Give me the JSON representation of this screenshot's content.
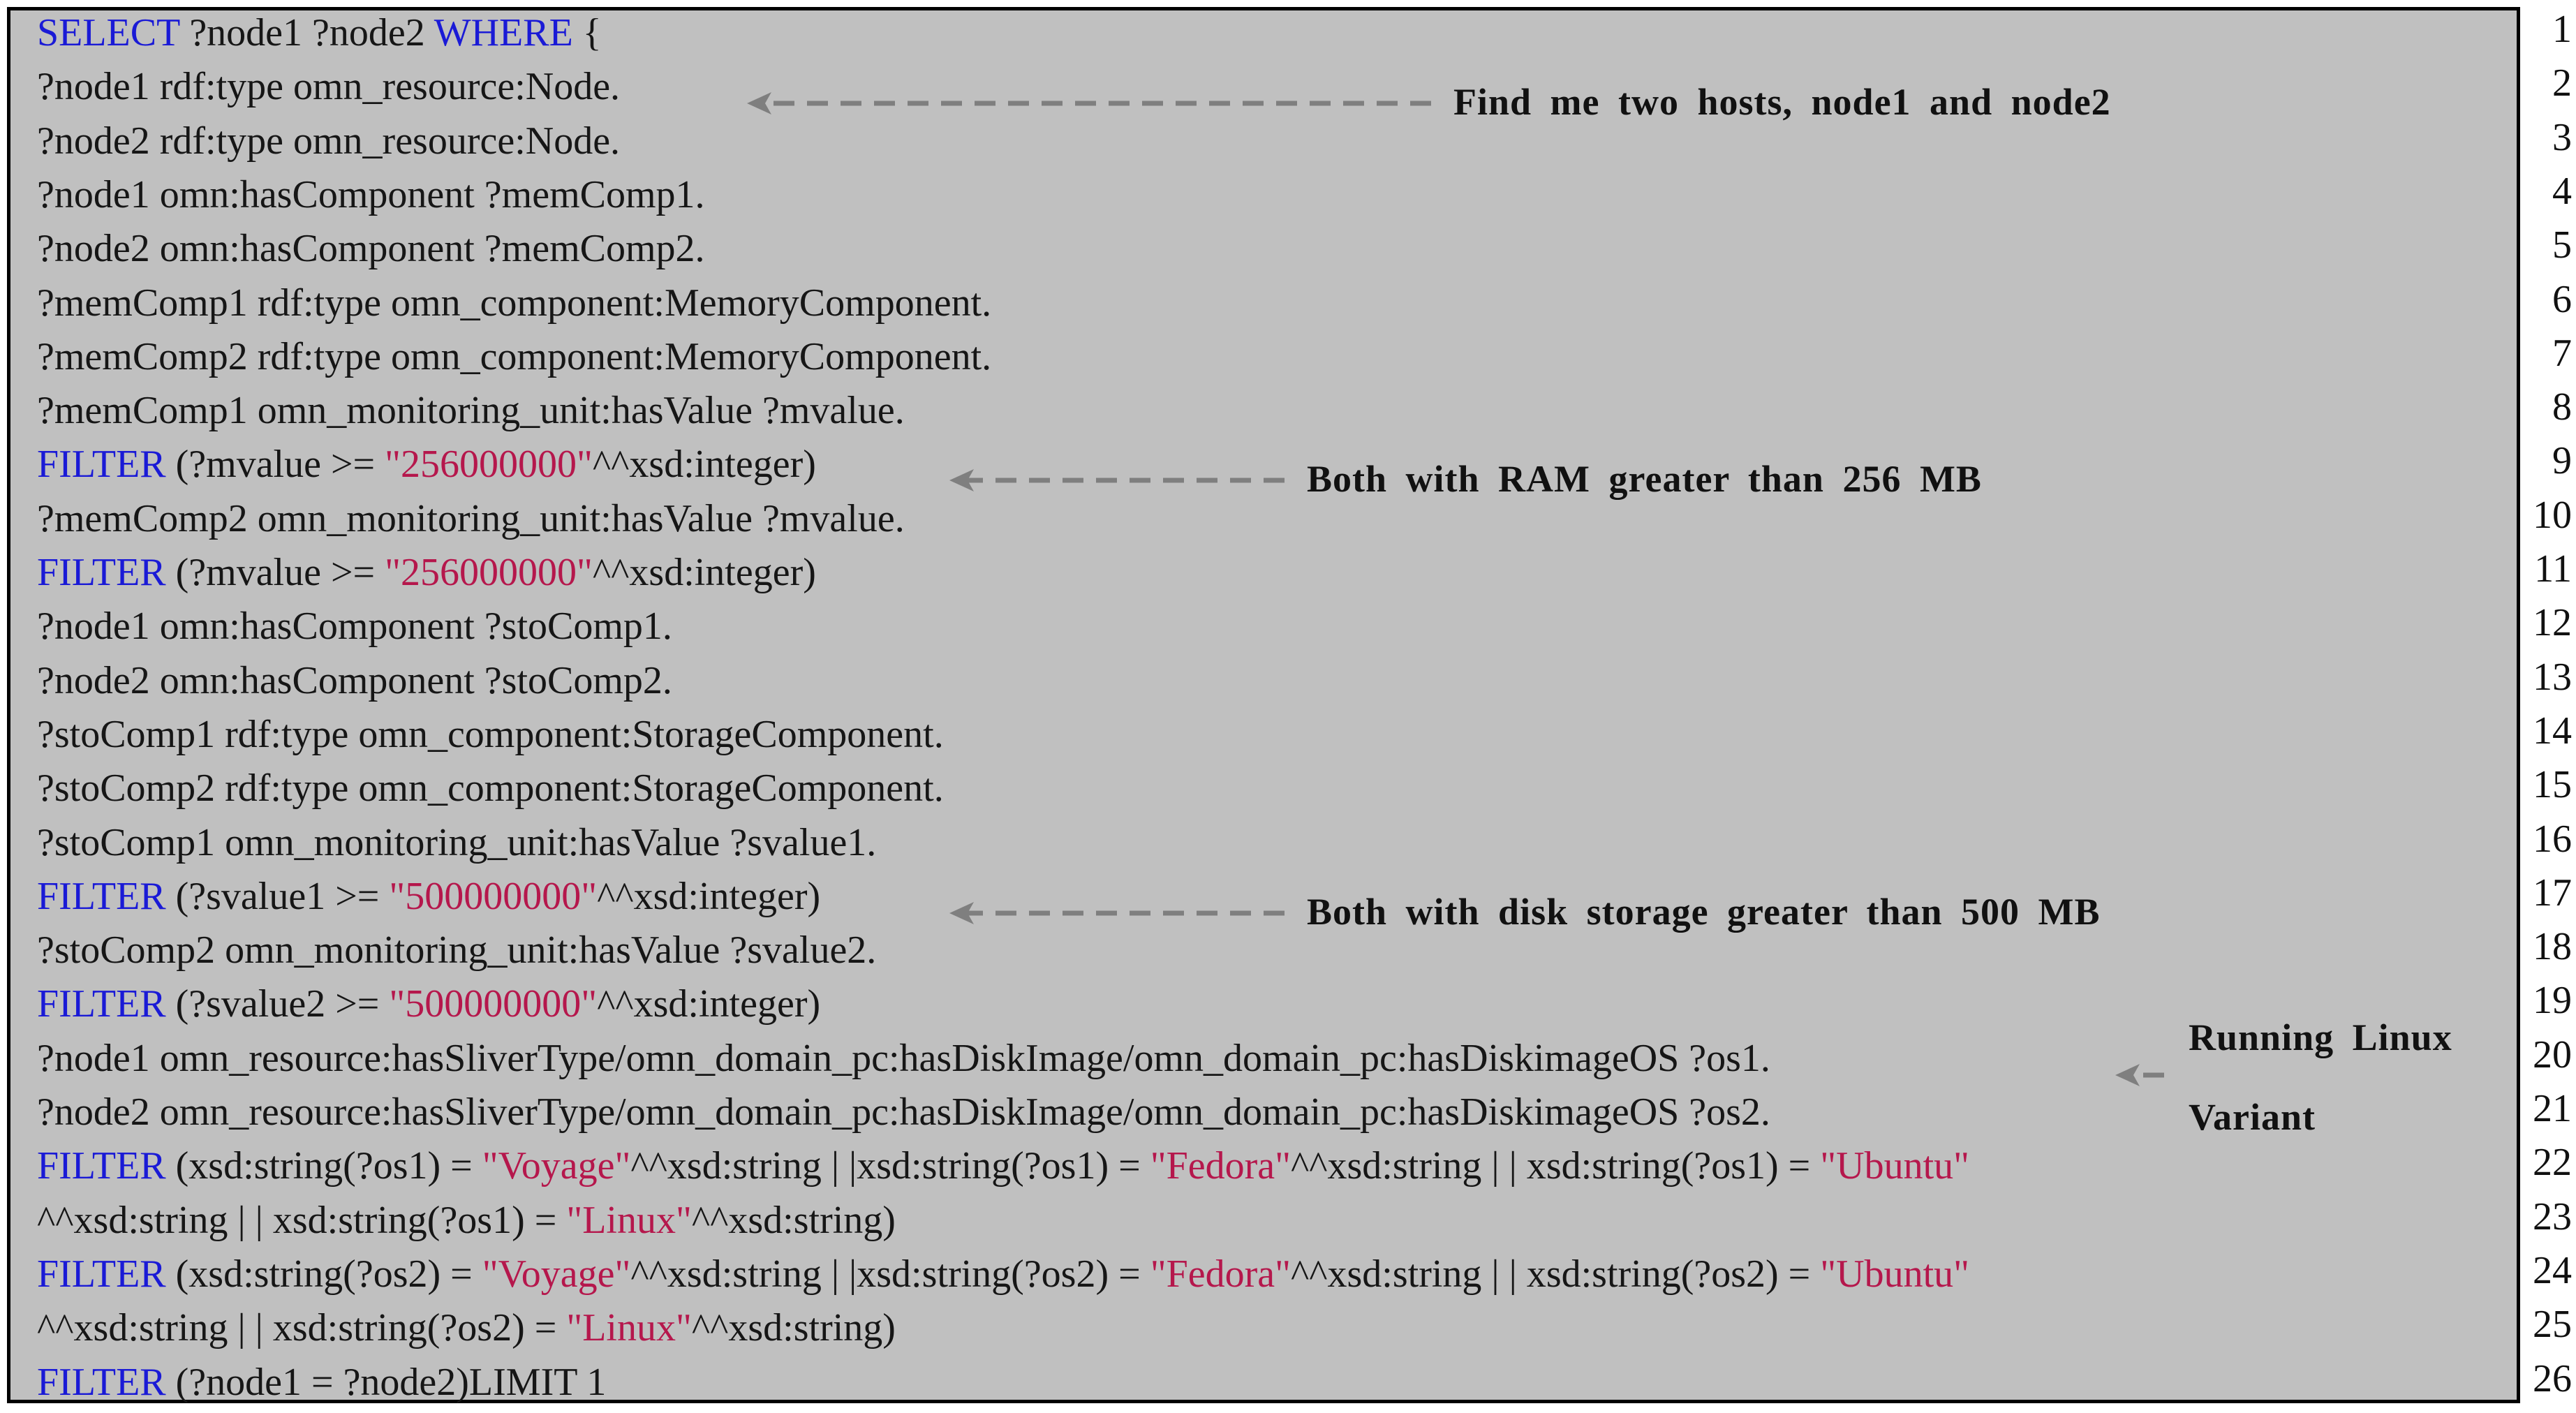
{
  "code_lines": [
    [
      {
        "t": "SELECT",
        "c": "kw"
      },
      {
        "t": " ?node1 ?node2 "
      },
      {
        "t": "WHERE",
        "c": "kw"
      },
      {
        "t": " {"
      }
    ],
    [
      {
        "t": "?node1 rdf:type omn_resource:Node."
      }
    ],
    [
      {
        "t": "?node2 rdf:type omn_resource:Node."
      }
    ],
    [
      {
        "t": "?node1 omn:hasComponent ?memComp1."
      }
    ],
    [
      {
        "t": "?node2 omn:hasComponent ?memComp2."
      }
    ],
    [
      {
        "t": "?memComp1 rdf:type omn_component:MemoryComponent."
      }
    ],
    [
      {
        "t": "?memComp2 rdf:type omn_component:MemoryComponent."
      }
    ],
    [
      {
        "t": "?memComp1 omn_monitoring_unit:hasValue ?mvalue."
      }
    ],
    [
      {
        "t": "FILTER",
        "c": "kw"
      },
      {
        "t": " (?mvalue >= "
      },
      {
        "t": "\"256000000\"",
        "c": "str"
      },
      {
        "t": "^^xsd:integer)"
      }
    ],
    [
      {
        "t": "?memComp2 omn_monitoring_unit:hasValue ?mvalue."
      }
    ],
    [
      {
        "t": "FILTER",
        "c": "kw"
      },
      {
        "t": " (?mvalue >= "
      },
      {
        "t": "\"256000000\"",
        "c": "str"
      },
      {
        "t": "^^xsd:integer)"
      }
    ],
    [
      {
        "t": "?node1 omn:hasComponent ?stoComp1."
      }
    ],
    [
      {
        "t": "?node2 omn:hasComponent ?stoComp2."
      }
    ],
    [
      {
        "t": "?stoComp1 rdf:type omn_component:StorageComponent."
      }
    ],
    [
      {
        "t": "?stoComp2 rdf:type omn_component:StorageComponent."
      }
    ],
    [
      {
        "t": "?stoComp1 omn_monitoring_unit:hasValue ?svalue1."
      }
    ],
    [
      {
        "t": "FILTER",
        "c": "kw"
      },
      {
        "t": " (?svalue1 >= "
      },
      {
        "t": "\"500000000\"",
        "c": "str"
      },
      {
        "t": "^^xsd:integer)"
      }
    ],
    [
      {
        "t": "?stoComp2 omn_monitoring_unit:hasValue ?svalue2."
      }
    ],
    [
      {
        "t": "FILTER",
        "c": "kw"
      },
      {
        "t": " (?svalue2 >= "
      },
      {
        "t": "\"500000000\"",
        "c": "str"
      },
      {
        "t": "^^xsd:integer)"
      }
    ],
    [
      {
        "t": "?node1 omn_resource:hasSliverType/omn_domain_pc:hasDiskImage/omn_domain_pc:hasDiskimageOS ?os1."
      }
    ],
    [
      {
        "t": "?node2 omn_resource:hasSliverType/omn_domain_pc:hasDiskImage/omn_domain_pc:hasDiskimageOS ?os2."
      }
    ],
    [
      {
        "t": "FILTER",
        "c": "kw"
      },
      {
        "t": " (xsd:string(?os1) = "
      },
      {
        "t": "\"Voyage\"",
        "c": "str"
      },
      {
        "t": "^^xsd:string | |xsd:string(?os1) = "
      },
      {
        "t": "\"Fedora\"",
        "c": "str"
      },
      {
        "t": "^^xsd:string | | xsd:string(?os1) = "
      },
      {
        "t": "\"Ubuntu\"",
        "c": "str"
      }
    ],
    [
      {
        "t": "^^xsd:string | | xsd:string(?os1) = "
      },
      {
        "t": "\"Linux\"",
        "c": "str"
      },
      {
        "t": "^^xsd:string)"
      }
    ],
    [
      {
        "t": "FILTER",
        "c": "kw"
      },
      {
        "t": " (xsd:string(?os2) = "
      },
      {
        "t": "\"Voyage\"",
        "c": "str"
      },
      {
        "t": "^^xsd:string | |xsd:string(?os2) = "
      },
      {
        "t": "\"Fedora\"",
        "c": "str"
      },
      {
        "t": "^^xsd:string | | xsd:string(?os2) = "
      },
      {
        "t": "\"Ubuntu\"",
        "c": "str"
      }
    ],
    [
      {
        "t": "^^xsd:string | | xsd:string(?os2) = "
      },
      {
        "t": "\"Linux\"",
        "c": "str"
      },
      {
        "t": "^^xsd:string)"
      }
    ],
    [
      {
        "t": "FILTER",
        "c": "kw"
      },
      {
        "t": " (?node1 = ?node2)LIMIT 1"
      }
    ]
  ],
  "line_numbers": [
    "1",
    "2",
    "3",
    "4",
    "5",
    "6",
    "7",
    "8",
    "9",
    "10",
    "11",
    "12",
    "13",
    "14",
    "15",
    "16",
    "17",
    "18",
    "19",
    "20",
    "21",
    "22",
    "23",
    "24",
    "25",
    "26"
  ],
  "annotations": {
    "hosts": "Find me two hosts, node1 and node2",
    "ram": "Both with RAM greater than 256 MB",
    "disk": "Both with disk storage greater than 500 MB",
    "os_line1": "Running Linux",
    "os_line2": "Variant"
  },
  "colors": {
    "background": "#c0c0c0",
    "keyword": "#1a1ad6",
    "string": "#b5174c",
    "arrow": "#7f7f7f"
  }
}
